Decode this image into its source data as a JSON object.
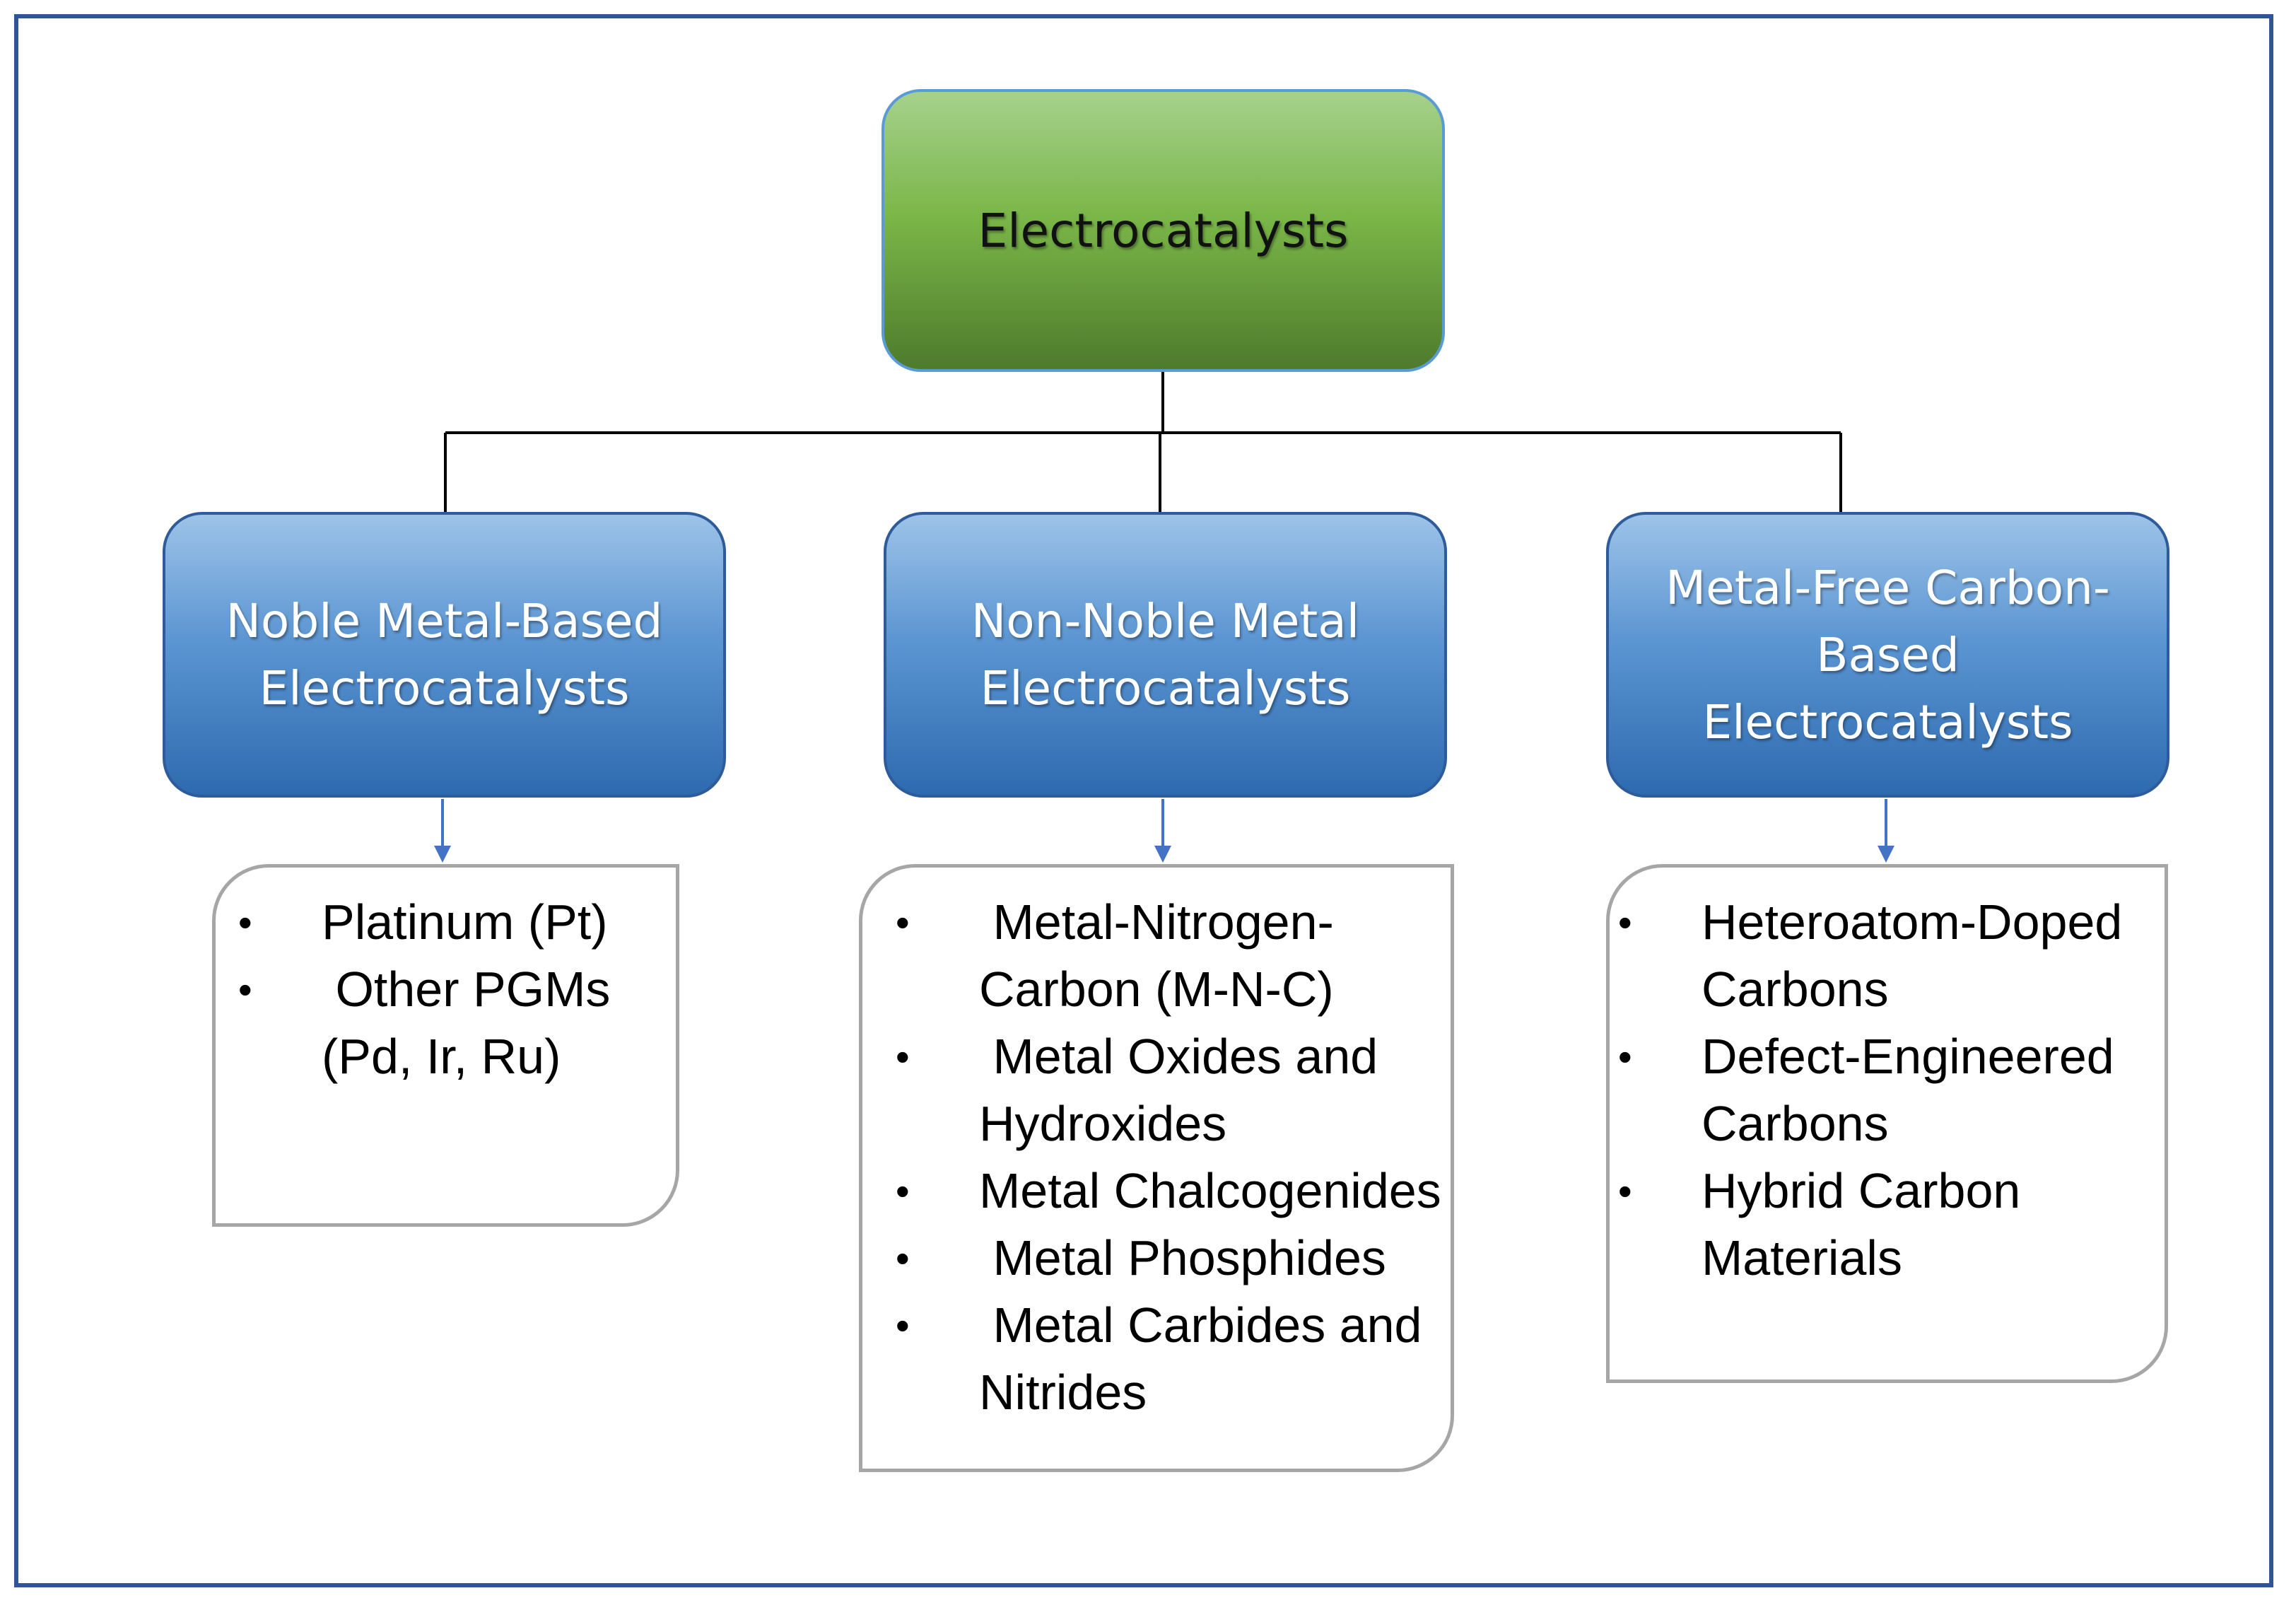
{
  "diagram": {
    "root": {
      "label": "Electrocatalysts"
    },
    "categories": [
      {
        "id": "noble",
        "label": "Noble Metal-Based Electrocatalysts",
        "items": [
          "Platinum (Pt)",
          " Other PGMs (Pd, Ir, Ru)"
        ]
      },
      {
        "id": "nonnoble",
        "label": "Non-Noble Metal Electrocatalysts",
        "items": [
          " Metal-Nitrogen-Carbon (M-N-C)",
          " Metal Oxides and Hydroxides",
          "Metal Chalcogenides",
          " Metal Phosphides",
          " Metal Carbides and Nitrides"
        ]
      },
      {
        "id": "metalfree",
        "label": "Metal-Free Carbon-Based Electrocatalysts",
        "items": [
          "Heteroatom-Doped Carbons",
          "Defect-Engineered Carbons",
          "Hybrid Carbon Materials"
        ]
      }
    ],
    "bullet_symbol": "•",
    "colors": {
      "frame": "#2f5597",
      "root_fill": "#7ab648",
      "category_fill": "#5b95d2",
      "list_border": "#a6a6a6",
      "connector": "#000000",
      "arrow": "#4472c4"
    }
  }
}
